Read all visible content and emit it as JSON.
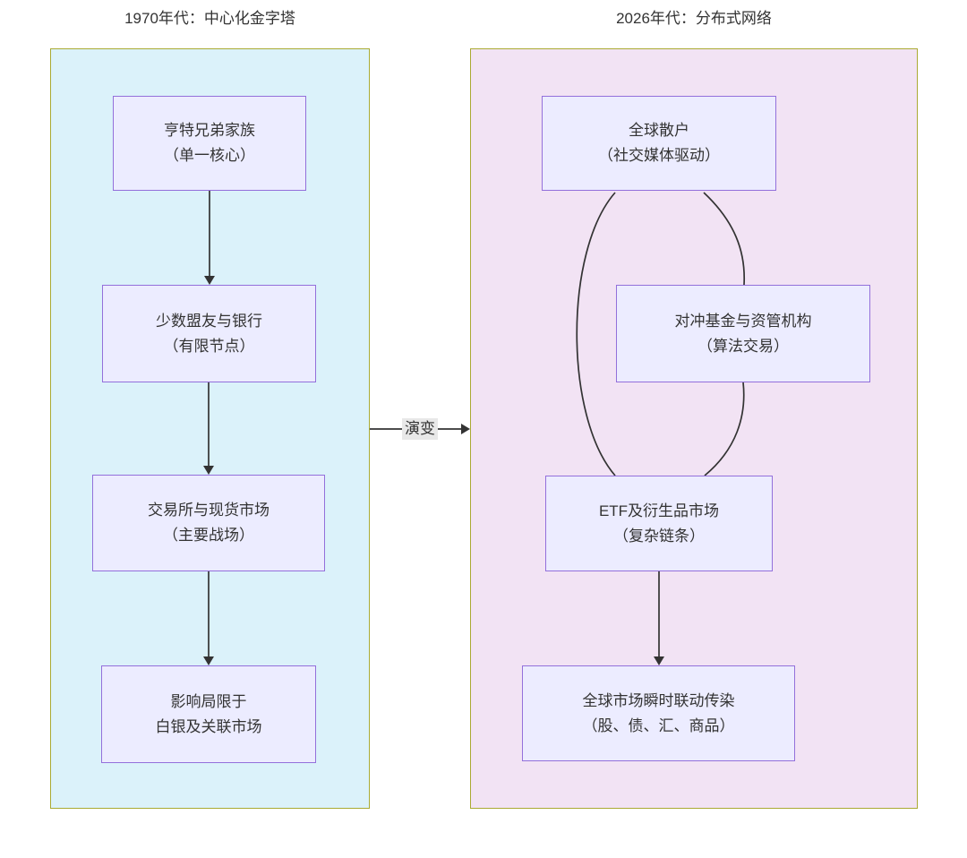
{
  "diagram": {
    "type": "flowchart-comparison",
    "background": "#ffffff",
    "left_panel": {
      "title": "1970年代：中心化金字塔",
      "fill": "#dbf2fa",
      "border": "#aaaa33",
      "nodes": [
        {
          "line1": "亨特兄弟家族",
          "line2": "（单一核心）"
        },
        {
          "line1": "少数盟友与银行",
          "line2": "（有限节点）"
        },
        {
          "line1": "交易所与现货市场",
          "line2": "（主要战场）"
        },
        {
          "line1": "影响局限于",
          "line2": "白银及关联市场"
        }
      ]
    },
    "right_panel": {
      "title": "2026年代：分布式网络",
      "fill": "#f2e3f4",
      "border": "#aaaa33",
      "nodes": [
        {
          "line1": "全球散户",
          "line2": "（社交媒体驱动）"
        },
        {
          "line1": "对冲基金与资管机构",
          "line2": "（算法交易）"
        },
        {
          "line1": "ETF及衍生品市场",
          "line2": "（复杂链条）"
        },
        {
          "line1": "全球市场瞬时联动传染",
          "line2": "（股、债、汇、商品）"
        }
      ]
    },
    "evolution": {
      "label": "演变",
      "label_bg": "#e8e8e8"
    },
    "node_style": {
      "fill": "#ececff",
      "border": "#9370db",
      "text": "#333333"
    },
    "edge_color": "#333333"
  }
}
